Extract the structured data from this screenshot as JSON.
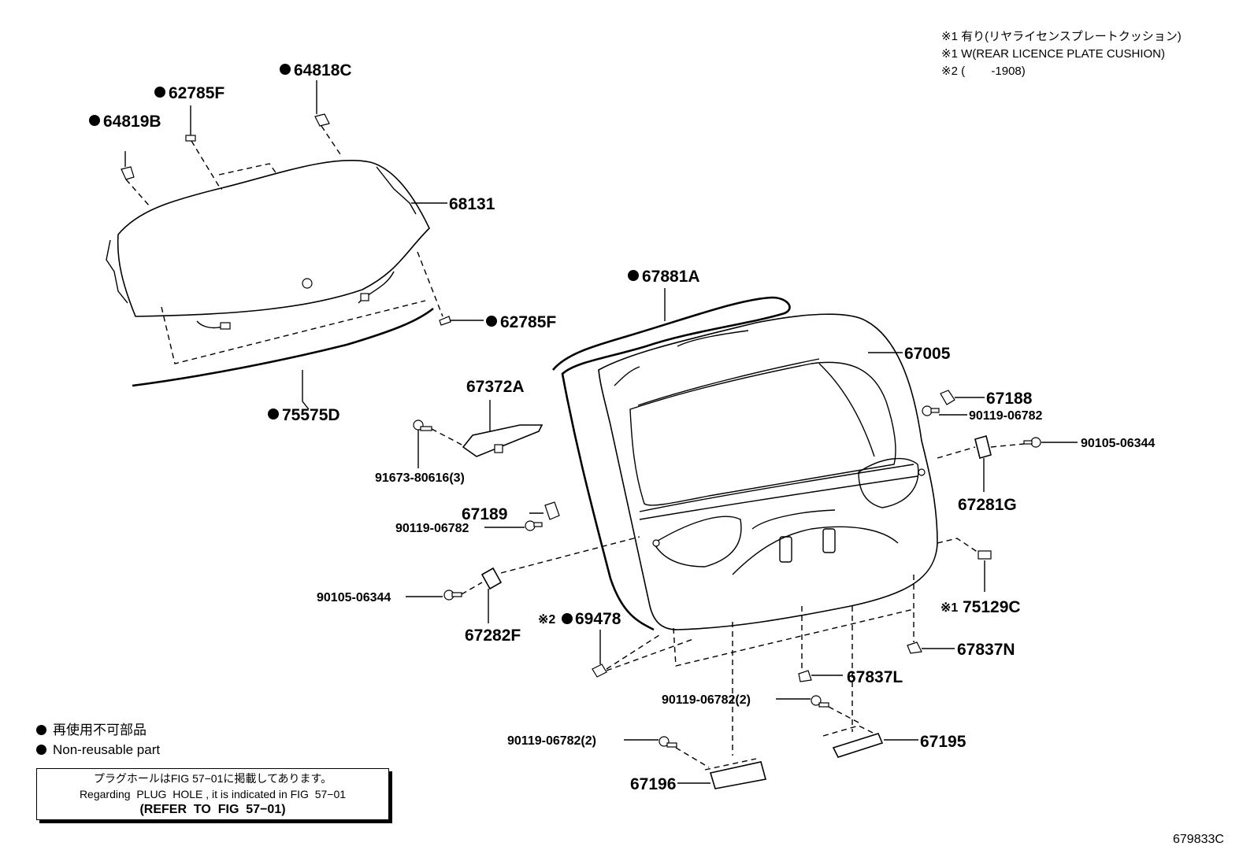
{
  "notes": [
    "※1 有り(リヤライセンスプレートクッション)",
    "※1 W(REAR LICENCE PLATE CUSHION)",
    "※2 (        -1908)"
  ],
  "parts": {
    "p64818C": "64818C",
    "p62785F_top": "62785F",
    "p64819B": "64819B",
    "p68131": "68131",
    "p62785F_bottom": "62785F",
    "p75575D": "75575D",
    "p67881A": "67881A",
    "p67005": "67005",
    "p67372A": "67372A",
    "p91673": "91673-80616(3)",
    "p67188": "67188",
    "p90119_a": "90119-06782",
    "p90105_a": "90105-06344",
    "p67281G": "67281G",
    "p67189": "67189",
    "p90119_b": "90119-06782",
    "p90105_b": "90105-06344",
    "p67282F": "67282F",
    "p69478_prefix": "※2",
    "p69478": "69478",
    "p75129C_prefix": "※1",
    "p75129C": "75129C",
    "p67837N": "67837N",
    "p67837L": "67837L",
    "p90119_c": "90119-06782(2)",
    "p67195": "67195",
    "p90119_d": "90119-06782(2)",
    "p67196": "67196"
  },
  "legend": {
    "jp": "再使用不可部品",
    "en": "Non-reusable part"
  },
  "refbox": {
    "line1": "プラグホールはFIG 57−01に掲載してあります。",
    "line2": "Regarding  PLUG  HOLE , it is indicated in FIG  57−01",
    "line3": "(REFER  TO  FIG  57−01)"
  },
  "illustration_code": "679833C"
}
